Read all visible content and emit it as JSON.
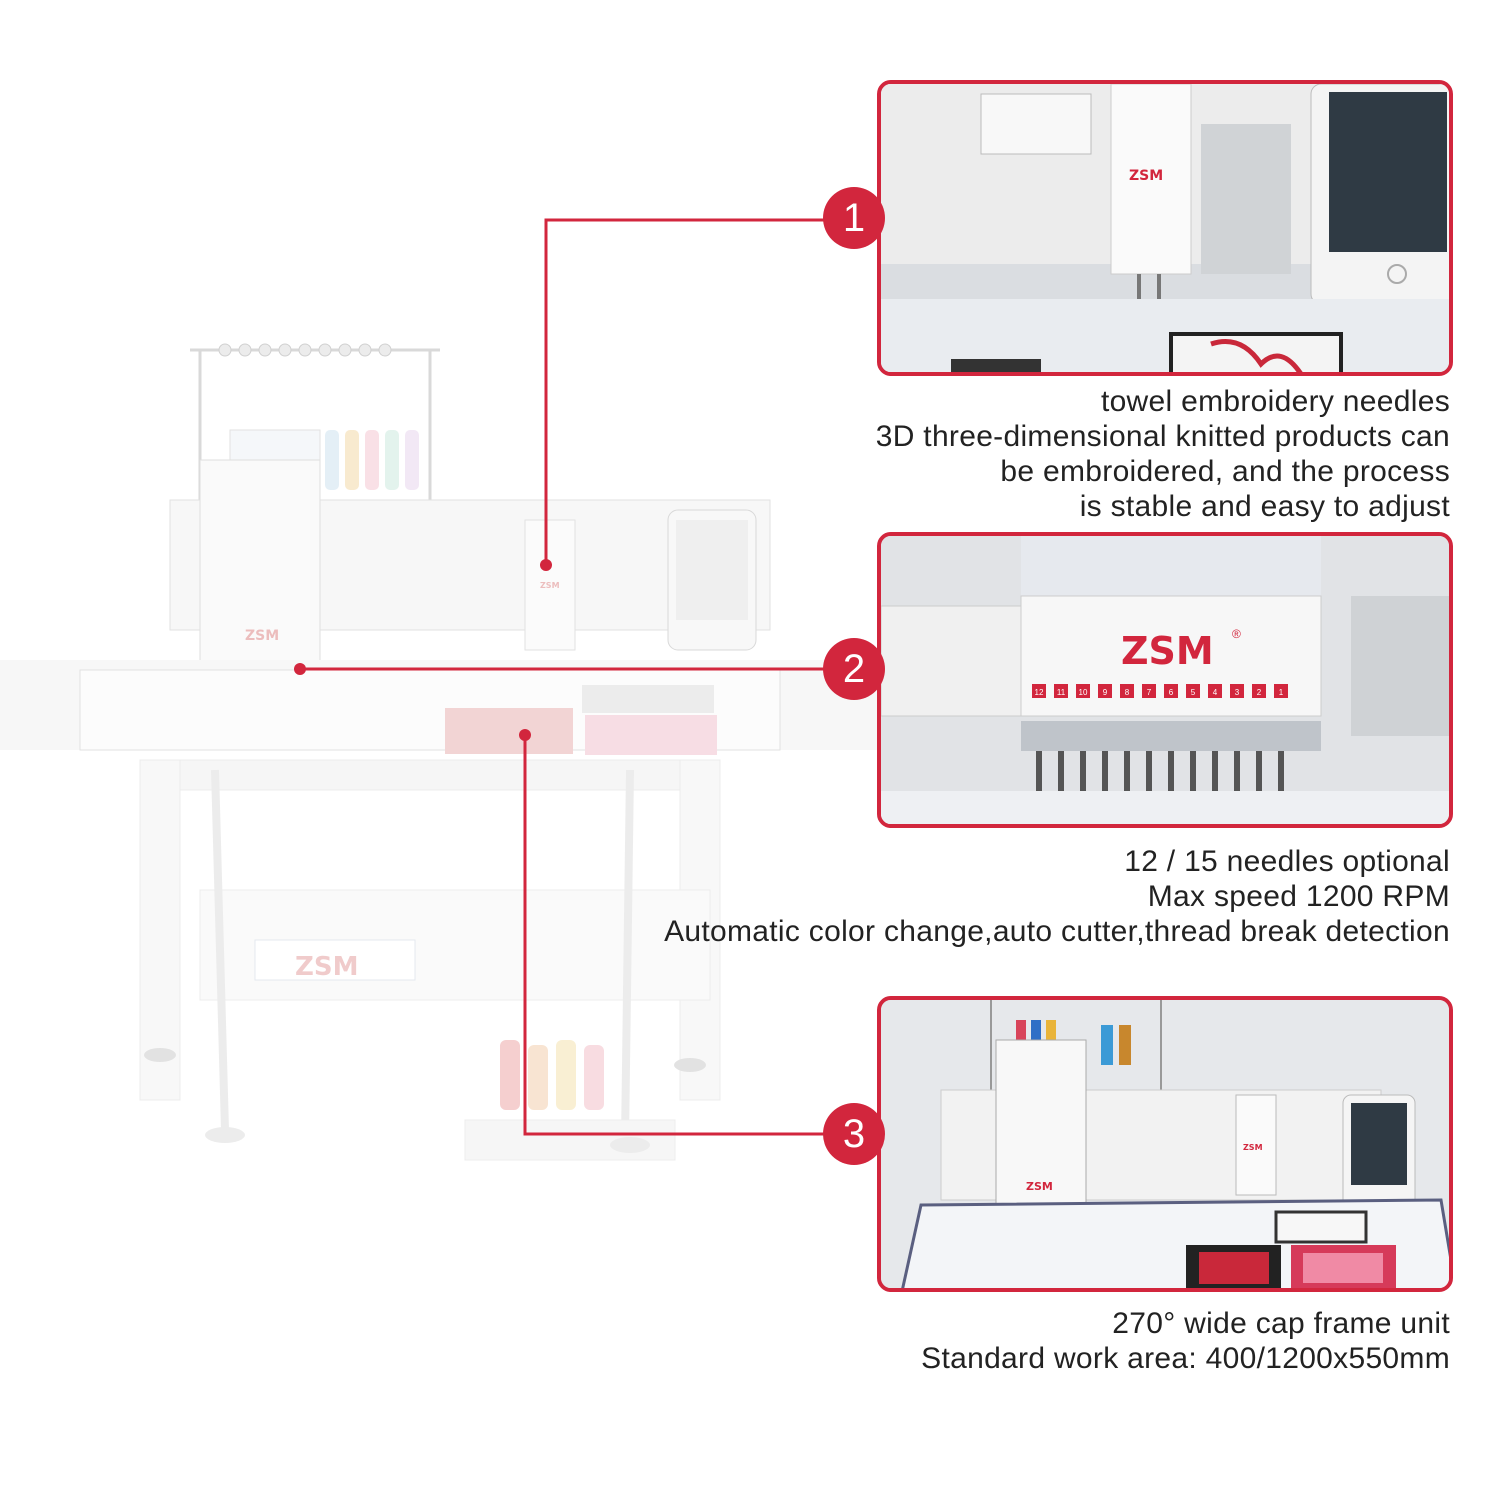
{
  "brand": {
    "name": "ZSM",
    "color": "#d2263d"
  },
  "callouts": [
    {
      "number": "1",
      "lines": [
        "towel embroidery needles",
        "3D three-dimensional knitted products can",
        "be embroidered, and the process",
        "is stable and easy to adjust"
      ]
    },
    {
      "number": "2",
      "lines": [
        "12 / 15 needles optional",
        "Max speed 1200 RPM",
        "Automatic color change,auto cutter,thread break detection"
      ]
    },
    {
      "number": "3",
      "lines": [
        "270° wide cap frame unit",
        "Standard work area: 400/1200x550mm"
      ]
    }
  ],
  "needle_numbers": [
    "12",
    "11",
    "10",
    "9",
    "8",
    "7",
    "6",
    "5",
    "4",
    "3",
    "2",
    "1"
  ]
}
